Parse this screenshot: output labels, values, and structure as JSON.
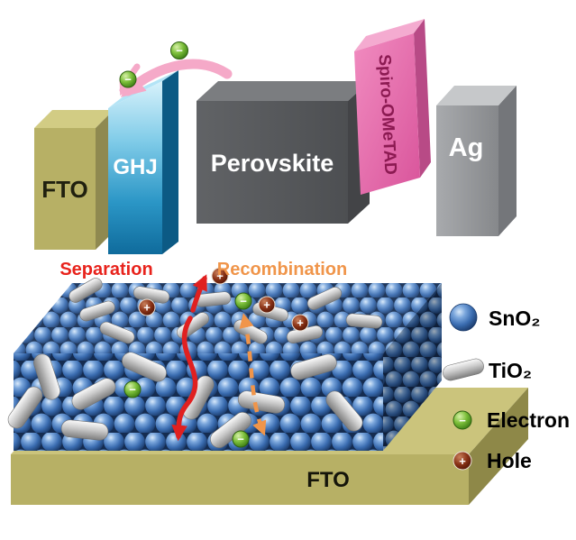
{
  "device": {
    "fto_electrode": "FTO",
    "ghj": "GHJ",
    "perovskite": "Perovskite",
    "htl": "Spiro-OMeTAD",
    "ag": "Ag"
  },
  "processes": {
    "separation": "Separation",
    "recombination": "Recombination"
  },
  "substrate_label": "FTO",
  "legend": [
    {
      "icon": "sno2-sphere",
      "label": "SnO₂"
    },
    {
      "icon": "tio2-rod",
      "label": "TiO₂"
    },
    {
      "icon": "electron",
      "label": "Electron"
    },
    {
      "icon": "hole",
      "label": "Hole"
    }
  ],
  "symbols": {
    "electron": "−",
    "hole": "+"
  },
  "colors": {
    "sno2_sphere": "#3a6cb0",
    "tio2_rod": "#c9c9c9",
    "electron": "#7cbf3a",
    "hole": "#8a3317",
    "separation_arrow": "#e02020",
    "recombination_arrow": "#f0954a",
    "electron_transfer_arrow": "#f5a9c8",
    "fto": "#b7b065",
    "ghj": "#2b96c6",
    "perovskite": "#58595c",
    "spiro": "#e86fae",
    "ag": "#97999c"
  }
}
